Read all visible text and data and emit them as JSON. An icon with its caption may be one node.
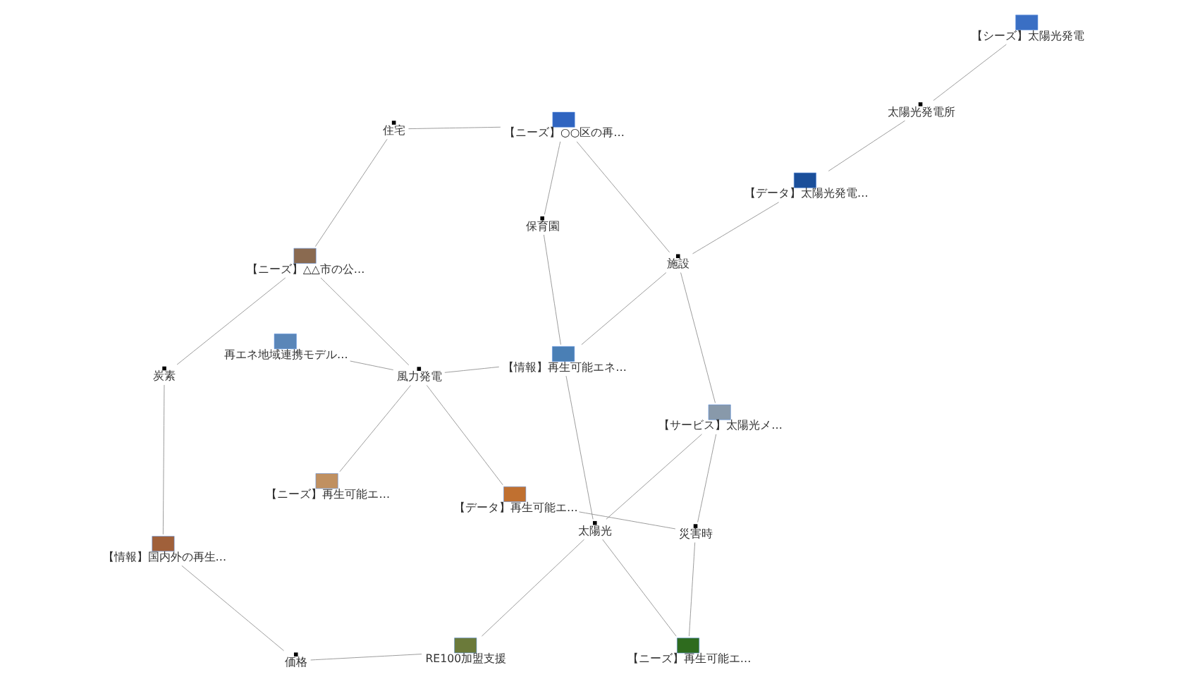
{
  "diagram": {
    "nodes": [
      {
        "text": [
          "太陽光発電所"
        ]
      },
      {
        "text": [
          "【シーズ】太陽光発電"
        ]
      },
      {
        "text": [
          "【データ】太陽光発電…"
        ]
      },
      {
        "text": [
          "【サービス】太陽光メ…"
        ]
      },
      {
        "text": [
          "災害時"
        ]
      },
      {
        "text": [
          "施設"
        ]
      },
      {
        "text": [
          "【ニーズ】再生可能エ…"
        ]
      },
      {
        "text": [
          "太陽光"
        ]
      },
      {
        "text": [
          "【データ】再生可能エ…"
        ]
      },
      {
        "text": [
          "【情報】再生可能エネ…"
        ]
      },
      {
        "text": [
          "再エネ地域連携モデル…"
        ]
      },
      {
        "text": [
          "RE100加盟支援"
        ]
      },
      {
        "text": [
          "保育園"
        ]
      },
      {
        "text": [
          "風力発電"
        ]
      },
      {
        "text": [
          "【ニーズ】再生可能エ…"
        ]
      },
      {
        "text": [
          "価格"
        ]
      },
      {
        "text": [
          "【ニーズ】○○区の再…"
        ]
      },
      {
        "text": [
          "住宅"
        ]
      },
      {
        "text": [
          "【情報】国内外の再生…"
        ]
      },
      {
        "text": [
          "【ニーズ】△△市の公…"
        ]
      },
      {
        "text": [
          "炭素"
        ]
      }
    ],
    "edges": [
      {
        "from": 0,
        "to": 1,
        "arrow": "none"
      },
      {
        "from": 0,
        "to": 2,
        "arrow": "none"
      },
      {
        "from": 2,
        "to": 5,
        "arrow": "none"
      },
      {
        "from": 5,
        "to": 3,
        "arrow": "none"
      },
      {
        "from": 5,
        "to": 9,
        "arrow": "none"
      },
      {
        "from": 5,
        "to": 16,
        "arrow": "none"
      },
      {
        "from": 3,
        "to": 4,
        "arrow": "none"
      },
      {
        "from": 3,
        "to": 7,
        "arrow": "none"
      },
      {
        "from": 4,
        "to": 6,
        "arrow": "none"
      },
      {
        "from": 4,
        "to": 8,
        "arrow": "none"
      },
      {
        "from": 7,
        "to": 6,
        "arrow": "none"
      },
      {
        "from": 7,
        "to": 9,
        "arrow": "none"
      },
      {
        "from": 7,
        "to": 11,
        "arrow": "none"
      },
      {
        "from": 9,
        "to": 12,
        "arrow": "none"
      },
      {
        "from": 9,
        "to": 13,
        "arrow": "none"
      },
      {
        "from": 12,
        "to": 16,
        "arrow": "none"
      },
      {
        "from": 13,
        "to": 10,
        "arrow": "none"
      },
      {
        "from": 13,
        "to": 8,
        "arrow": "none"
      },
      {
        "from": 13,
        "to": 14,
        "arrow": "none"
      },
      {
        "from": 13,
        "to": 19,
        "arrow": "none"
      },
      {
        "from": 16,
        "to": 17,
        "arrow": "none"
      },
      {
        "from": 17,
        "to": 19,
        "arrow": "none"
      },
      {
        "from": 19,
        "to": 20,
        "arrow": "none"
      },
      {
        "from": 20,
        "to": 18,
        "arrow": "none"
      },
      {
        "from": 18,
        "to": 15,
        "arrow": "none"
      },
      {
        "from": 15,
        "to": 11,
        "arrow": "none"
      }
    ]
  }
}
